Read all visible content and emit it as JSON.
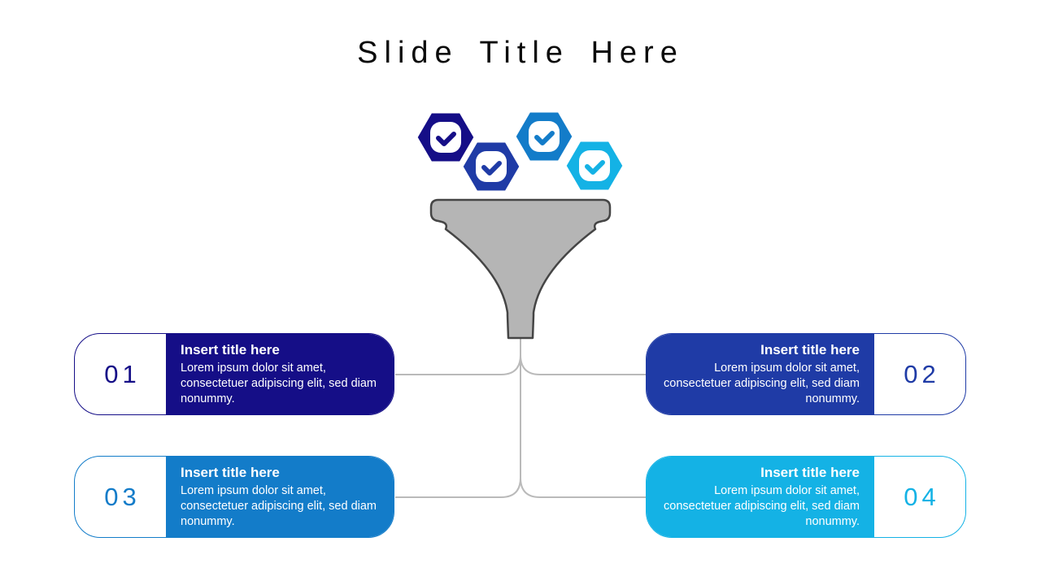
{
  "slide": {
    "title": "Slide Title Here"
  },
  "colors": {
    "navy": "#150E87",
    "royal_blue": "#1F3BA6",
    "azure_blue": "#137CC9",
    "cyan": "#14B2E5",
    "funnel_fill": "#b5b5b5",
    "funnel_outline": "#454545",
    "connector_line": "#bababa",
    "title_text": "#0b0b0b",
    "card_text": "#ffffff"
  },
  "hexagons": [
    {
      "name": "hexagon-1",
      "icon": "check-icon",
      "color": "#150E87"
    },
    {
      "name": "hexagon-2",
      "icon": "check-icon",
      "color": "#1F3BA6"
    },
    {
      "name": "hexagon-3",
      "icon": "check-icon",
      "color": "#137CC9"
    },
    {
      "name": "hexagon-4",
      "icon": "check-icon",
      "color": "#14B2E5"
    }
  ],
  "cards": [
    {
      "number": "01",
      "side": "left",
      "color": "#150E87",
      "title": "Insert title here",
      "description": "Lorem ipsum dolor sit amet, consectetuer adipiscing elit, sed diam nonummy."
    },
    {
      "number": "02",
      "side": "right",
      "color": "#1F3BA6",
      "title": "Insert title here",
      "description": "Lorem ipsum dolor sit amet, consectetuer adipiscing elit, sed diam nonummy."
    },
    {
      "number": "03",
      "side": "left",
      "color": "#137CC9",
      "title": "Insert title here",
      "description": "Lorem ipsum dolor sit amet, consectetuer adipiscing elit, sed diam nonummy."
    },
    {
      "number": "04",
      "side": "right",
      "color": "#14B2E5",
      "title": "Insert title here",
      "description": "Lorem ipsum dolor sit amet, consectetuer adipiscing elit, sed diam nonummy."
    }
  ]
}
